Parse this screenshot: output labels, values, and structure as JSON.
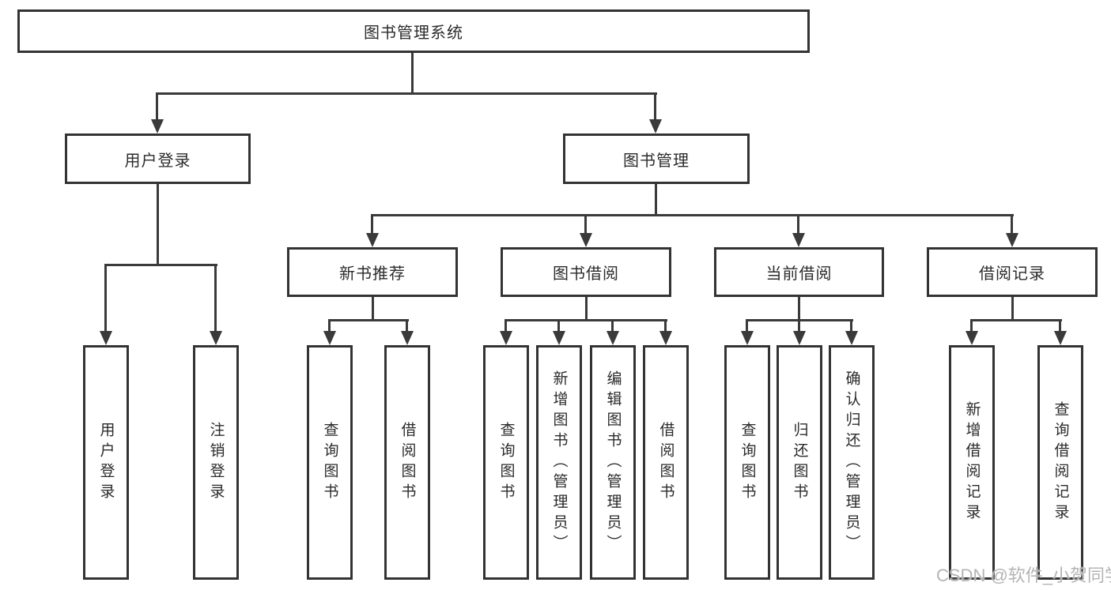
{
  "diagram": {
    "root": {
      "label": "图书管理系统"
    },
    "level2": [
      {
        "label": "用户登录"
      },
      {
        "label": "图书管理"
      }
    ],
    "level3": [
      {
        "label": "新书推荐"
      },
      {
        "label": "图书借阅"
      },
      {
        "label": "当前借阅"
      },
      {
        "label": "借阅记录"
      }
    ],
    "leaves": [
      {
        "label": "用户登录"
      },
      {
        "label": "注销登录"
      },
      {
        "label": "查询图书"
      },
      {
        "label": "借阅图书"
      },
      {
        "label": "查询图书"
      },
      {
        "label": "新增图书（管理员）"
      },
      {
        "label": "编辑图书（管理员）"
      },
      {
        "label": "借阅图书"
      },
      {
        "label": "查询图书"
      },
      {
        "label": "归还图书"
      },
      {
        "label": "确认归还（管理员）"
      },
      {
        "label": "新增借阅记录"
      },
      {
        "label": "查询借阅记录"
      }
    ]
  },
  "watermark": "CSDN @软件_小贺同学",
  "colors": {
    "line": "#3a3a3a",
    "box_border": "#333333",
    "text": "#2b2b2b",
    "watermark": "#b4b4b4",
    "background": "#ffffff"
  }
}
